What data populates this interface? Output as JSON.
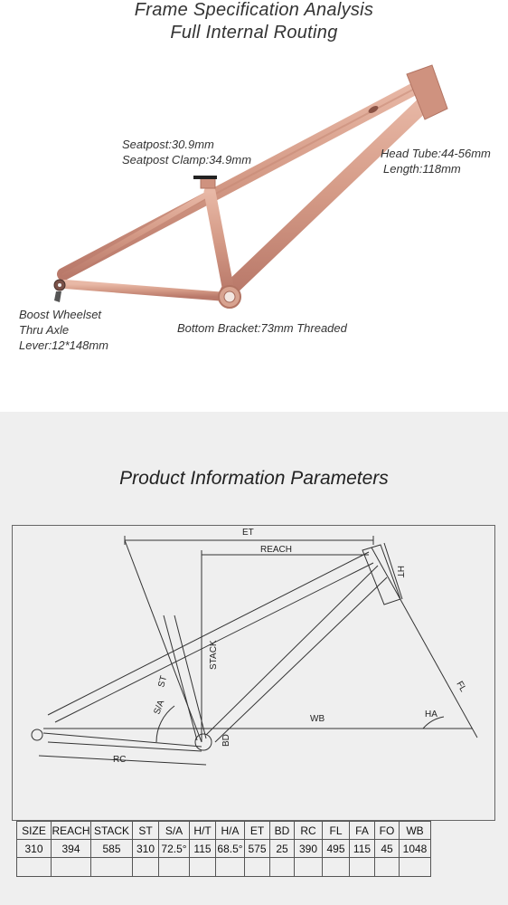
{
  "header": {
    "title_line1": "Frame Specification Analysis",
    "title_line2": "Full Internal Routing"
  },
  "callouts": {
    "seatpost_line1": "Seatpost:30.9mm",
    "seatpost_line2": "Seatpost Clamp:34.9mm",
    "headtube_line1": "Head Tube:44-56mm",
    "headtube_line2": "Length:118mm",
    "wheelset_line1": "Boost Wheelset",
    "wheelset_line2": "Thru Axle",
    "wheelset_line3": "Lever:12*148mm",
    "bottom_bracket": "Bottom Bracket:73mm Threaded"
  },
  "frame_color": "#d49a86",
  "geometry": {
    "section_title": "Product Information Parameters",
    "dimension_labels": {
      "et": "ET",
      "reach": "REACH",
      "ht": "HT",
      "stack": "STACK",
      "fl": "FL",
      "st": "ST",
      "sa": "S/A",
      "ha": "HA",
      "wb": "WB",
      "bd": "BD",
      "rc": "RC"
    },
    "table": {
      "headers": [
        "SIZE",
        "REACH",
        "STACK",
        "ST",
        "S/A",
        "H/T",
        "H/A",
        "ET",
        "BD",
        "RC",
        "FL",
        "FA",
        "FO",
        "WB"
      ],
      "values": [
        "310",
        "394",
        "585",
        "310",
        "72.5°",
        "115",
        "68.5°",
        "575",
        "25",
        "390",
        "495",
        "115",
        "45",
        "1048"
      ]
    }
  }
}
